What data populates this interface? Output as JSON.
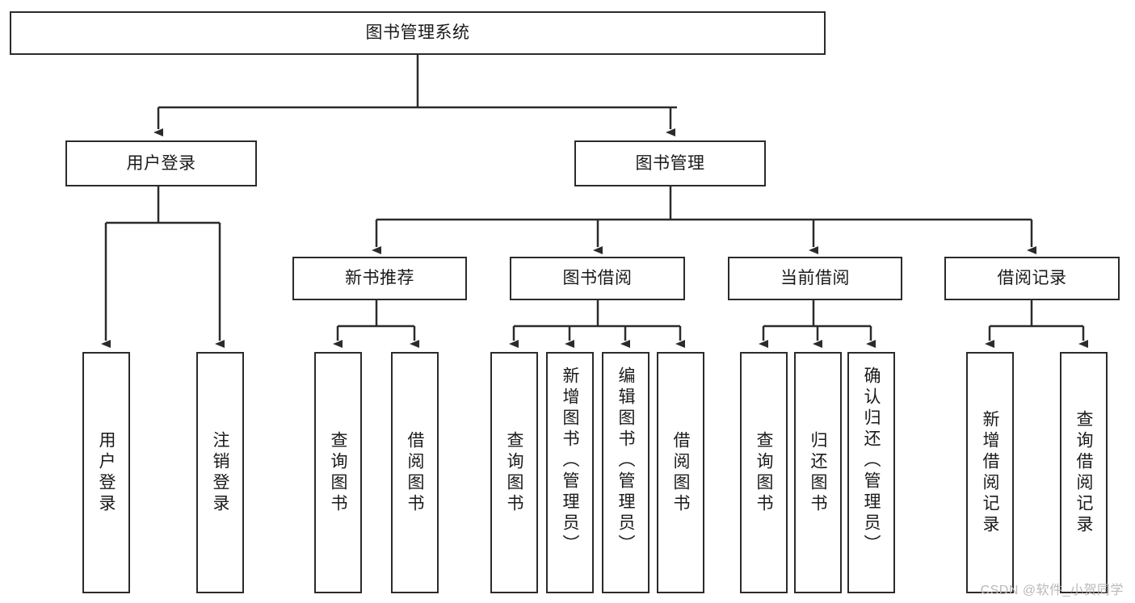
{
  "diagram": {
    "title_node": {
      "label": "图书管理系统"
    },
    "level2": [
      {
        "id": "user-login",
        "label": "用户登录"
      },
      {
        "id": "book-management",
        "label": "图书管理"
      }
    ],
    "level3": [
      {
        "id": "new-book-recommend",
        "label": "新书推荐"
      },
      {
        "id": "book-borrow",
        "label": "图书借阅"
      },
      {
        "id": "current-borrow",
        "label": "当前借阅"
      },
      {
        "id": "borrow-record",
        "label": "借阅记录"
      }
    ],
    "leaves": {
      "user-login": [
        {
          "id": "leaf-user-login",
          "label": "用户登录"
        },
        {
          "id": "leaf-user-logout",
          "label": "注销登录"
        }
      ],
      "new-book-recommend": [
        {
          "id": "leaf-query-book-1",
          "label": "查询图书"
        },
        {
          "id": "leaf-borrow-book-1",
          "label": "借阅图书"
        }
      ],
      "book-borrow": [
        {
          "id": "leaf-query-book-2",
          "label": "查询图书"
        },
        {
          "id": "leaf-add-book-admin",
          "label": "新增图书（管理员）"
        },
        {
          "id": "leaf-edit-book-admin",
          "label": "编辑图书（管理员）"
        },
        {
          "id": "leaf-borrow-book-2",
          "label": "借阅图书"
        }
      ],
      "current-borrow": [
        {
          "id": "leaf-query-book-3",
          "label": "查询图书"
        },
        {
          "id": "leaf-return-book",
          "label": "归还图书"
        },
        {
          "id": "leaf-confirm-return-admin",
          "label": "确认归还（管理员）"
        }
      ],
      "borrow-record": [
        {
          "id": "leaf-add-borrow-record",
          "label": "新增借阅记录"
        },
        {
          "id": "leaf-query-borrow-record",
          "label": "查询借阅记录"
        }
      ]
    },
    "watermark": "CSDN @软件_小贺同学",
    "colors": {
      "stroke": "#2b2b2b",
      "fill": "#ffffff",
      "text": "#1a1a1a",
      "watermark": "#b9b9b9"
    }
  }
}
